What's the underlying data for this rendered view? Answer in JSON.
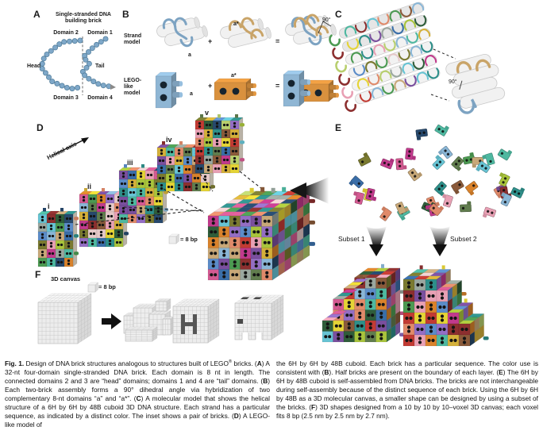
{
  "colors": {
    "bead_fill": "#7fa8c9",
    "bead_stroke": "#55809e",
    "brick_blue": "#8fb6d4",
    "brick_orange": "#d9913e",
    "strand_blue": "#7da3c2",
    "strand_tan": "#c9a468",
    "cylinder_fill": "#f1f1f1",
    "cylinder_stroke": "#c9c9c9",
    "hole_dark": "#16242f",
    "palette": [
      "#c23b33",
      "#d9822b",
      "#e5d436",
      "#a9c43c",
      "#4c9a52",
      "#2e8f8a",
      "#67c4d4",
      "#8ab6d6",
      "#3a6ea8",
      "#27496d",
      "#7a4f9e",
      "#c13a8c",
      "#e8a0b4",
      "#e08a6a",
      "#8a5a3a",
      "#7a7a30",
      "#2f5d3a",
      "#9aa79f",
      "#8c2f2f",
      "#c8a878",
      "#e6c9c9",
      "#4eb8a0",
      "#d45a92",
      "#b8cf6e",
      "#5b8cc8",
      "#946ec4",
      "#d4b03a",
      "#617d4e"
    ]
  },
  "panel_a": {
    "label": "A",
    "title": "Single-stranded DNA\nbuilding brick",
    "domain1": "Domain 1",
    "domain2": "Domain 2",
    "domain3": "Domain 3",
    "domain4": "Domain 4",
    "head": "Head",
    "tail": "Tail"
  },
  "panel_b": {
    "label": "B",
    "strand_model": "Strand\nmodel",
    "lego_model": "LEGO-\nlike\nmodel",
    "a": "a",
    "a_star": "a*",
    "plus": "+",
    "equals": "=",
    "angle": "90°"
  },
  "panel_c": {
    "label": "C",
    "angle": "90°"
  },
  "panel_d": {
    "label": "D",
    "axis_label": "Helical axis",
    "steps": [
      "i",
      "ii",
      "iii",
      "iv",
      "v"
    ],
    "legend": "= 8 bp"
  },
  "panel_e": {
    "label": "E",
    "subset1": "Subset 1",
    "subset2": "Subset 2"
  },
  "panel_f": {
    "label": "F",
    "canvas_label": "3D canvas",
    "legend": "= 8 bp"
  },
  "caption": {
    "col1": [
      {
        "b": "Fig. 1."
      },
      {
        "t": " Design of DNA brick structures analogous to structures built of LEGO"
      },
      {
        "sup": "®"
      },
      {
        "t": " bricks. ("
      },
      {
        "b": "A"
      },
      {
        "t": ") A 32-nt four-domain single-stranded DNA brick. Each domain is 8 nt in length. The connected domains 2 and 3 are “head” domains; domains 1 and 4 are “tail” domains. ("
      },
      {
        "b": "B"
      },
      {
        "t": ") Each two-brick assembly forms a 90° dihedral angle via hybridization of two complementary 8-nt domains “a” and “a*”. ("
      },
      {
        "b": "C"
      },
      {
        "t": ") A molecular model that shows the helical structure of a 6H by 6H by 48B cuboid 3D DNA structure. Each strand has a particular sequence, as indicated by a distinct color. The inset shows a pair of bricks. ("
      },
      {
        "b": "D"
      },
      {
        "t": ") A LEGO-like model of"
      }
    ],
    "col2": [
      {
        "t": "the 6H by 6H by 48B cuboid. Each brick has a particular sequence. The color use is consistent with ("
      },
      {
        "b": "B"
      },
      {
        "t": "). Half bricks are present on the boundary of each layer. ("
      },
      {
        "b": "E"
      },
      {
        "t": ") The 6H by 6H by 48B cuboid is self-assembled from DNA bricks. The bricks are not interchangeable during self-assembly because of the distinct sequence of each brick. Using the 6H by 6H by 48B as a 3D molecular canvas, a smaller shape can be designed by using a subset of the bricks. ("
      },
      {
        "b": "F"
      },
      {
        "t": ") 3D shapes designed from a 10 by 10 by 10–voxel 3D canvas; each voxel fits 8 bp (2.5 nm by 2.5 nm by 2.7 nm)."
      }
    ]
  }
}
